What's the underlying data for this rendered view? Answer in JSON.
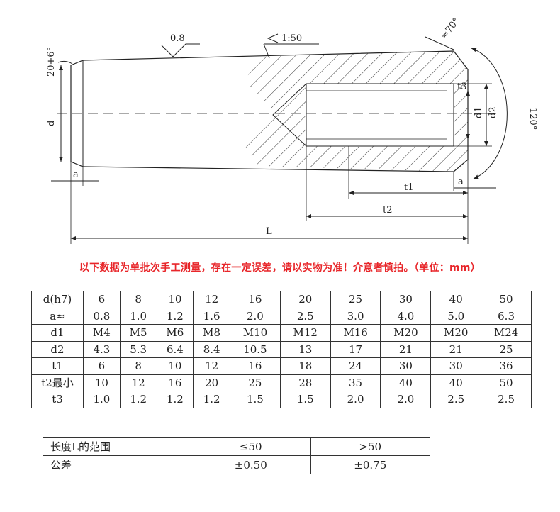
{
  "drawing": {
    "roughness": "0.8",
    "taper": "1:50",
    "chamfer_angle": "≈70°",
    "thread_angle": "120°",
    "tolerance_ref": "20+6°",
    "labels": {
      "d": "d",
      "d1": "d1",
      "d2": "d2",
      "t1": "t1",
      "t2": "t2",
      "t3": "t3",
      "a_left": "a",
      "a_right": "a",
      "L": "L"
    }
  },
  "notice": "以下数据为单批次手工测量，存在一定误差，请以实物为准！介意者慎拍。（单位：mm）",
  "spec_table": {
    "rows": [
      {
        "header": "d(h7)",
        "values": [
          "6",
          "8",
          "10",
          "12",
          "16",
          "20",
          "25",
          "30",
          "40",
          "50"
        ]
      },
      {
        "header": "a≈",
        "values": [
          "0.8",
          "1.0",
          "1.2",
          "1.6",
          "2.0",
          "2.5",
          "3.0",
          "4.0",
          "5.0",
          "6.3"
        ]
      },
      {
        "header": "d1",
        "values": [
          "M4",
          "M5",
          "M6",
          "M8",
          "M10",
          "M12",
          "M16",
          "M20",
          "M20",
          "M24"
        ]
      },
      {
        "header": "d2",
        "values": [
          "4.3",
          "5.3",
          "6.4",
          "8.4",
          "10.5",
          "13",
          "17",
          "21",
          "21",
          "25"
        ]
      },
      {
        "header": "t1",
        "values": [
          "6",
          "8",
          "10",
          "12",
          "16",
          "18",
          "24",
          "30",
          "30",
          "36"
        ]
      },
      {
        "header": "t2最小",
        "values": [
          "10",
          "12",
          "16",
          "20",
          "25",
          "28",
          "35",
          "40",
          "40",
          "50"
        ]
      },
      {
        "header": "t3",
        "values": [
          "1.0",
          "1.2",
          "1.2",
          "1.2",
          "1.5",
          "1.5",
          "2.0",
          "2.0",
          "2.5",
          "2.5"
        ]
      }
    ]
  },
  "tolerance_table": {
    "rows": [
      {
        "header": "长度L的范围",
        "values": [
          "≤50",
          ">50"
        ]
      },
      {
        "header": "公差",
        "values": [
          "±0.50",
          "±0.75"
        ]
      }
    ]
  }
}
